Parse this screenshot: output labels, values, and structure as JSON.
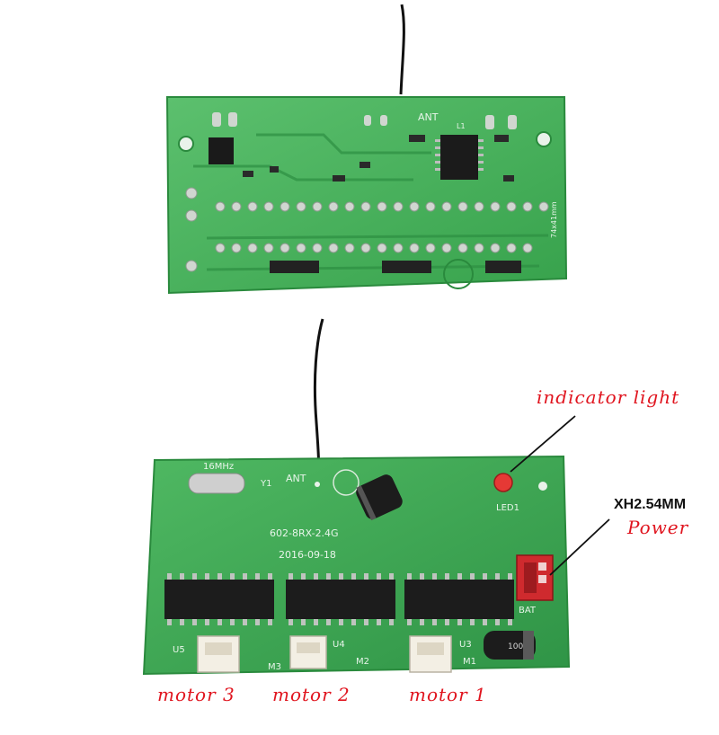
{
  "annotations": {
    "indicator_light": "indicator light",
    "connector_type": "XH2.54MM",
    "power": "Power",
    "motor3": "motor 3",
    "motor2": "motor 2",
    "motor1": "motor 1"
  },
  "board_top": {
    "ant_label": "ANT",
    "size_label": "74x41mm",
    "chip_label": "L1"
  },
  "board_bottom": {
    "ant_label": "ANT",
    "crystal_label": "16MHz",
    "y1_label": "Y1",
    "model": "602-8RX-2.4G",
    "date": "2016-09-18",
    "led_label": "LED1",
    "bat_label": "BAT",
    "u5": "U5",
    "u4": "U4",
    "u3": "U3",
    "m3": "M3",
    "m2": "M2",
    "m1": "M1",
    "cap_label": "100"
  },
  "colors": {
    "pcb": "#3fae55",
    "pcb_light": "#5cc06e",
    "annotation": "#e0141e",
    "connector": "#d8262a"
  }
}
